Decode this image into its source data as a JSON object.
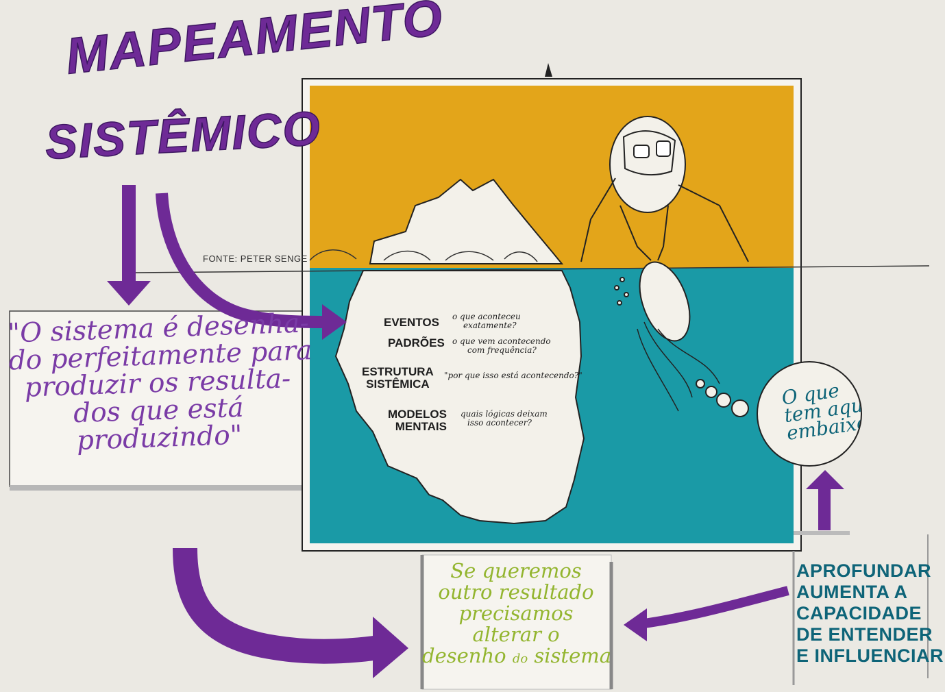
{
  "title": {
    "line1": "MAPEAMENTO",
    "line2": "SISTÊMICO"
  },
  "source": "FONTE: PETER SENGE",
  "quote": {
    "lines": [
      "\"O sistema é desenha-",
      "do perfeitamente para",
      "produzir os resulta-",
      "dos que está",
      "produzindo\""
    ]
  },
  "iceberg_layers": [
    {
      "name": "EVENTOS",
      "question": [
        "o que aconteceu",
        "exatamente?"
      ]
    },
    {
      "name": "PADRÕES",
      "question": [
        "o que vem acontecendo",
        "com frequência?"
      ]
    },
    {
      "name": [
        "ESTRUTURA",
        "SISTÊMICA"
      ],
      "question": [
        "\"por que isso está acontecendo?\""
      ]
    },
    {
      "name": [
        "MODELOS",
        "MENTAIS"
      ],
      "question": [
        "quais lógicas deixam",
        "isso acontecer?"
      ]
    }
  ],
  "bubble": {
    "lines": [
      "O que",
      "tem aqui",
      "embaixo?"
    ]
  },
  "conclusion": {
    "lines": [
      "Se queremos",
      "outro resultado",
      "precisamos",
      "alterar o"
    ],
    "last_main_1": "desenho",
    "last_small": "do",
    "last_main_2": "sistema"
  },
  "deepen": {
    "lines": [
      "APROFUNDAR",
      "AUMENTA A",
      "CAPACIDADE",
      "DE ENTENDER",
      "E INFLUENCIAR"
    ]
  },
  "colors": {
    "sky": "#e3a51a",
    "sea": "#1a9aa6",
    "purple": "#6e2a96",
    "teal_text": "#0e6478",
    "green_text": "#93b52f",
    "paper": "#ebe9e3"
  }
}
